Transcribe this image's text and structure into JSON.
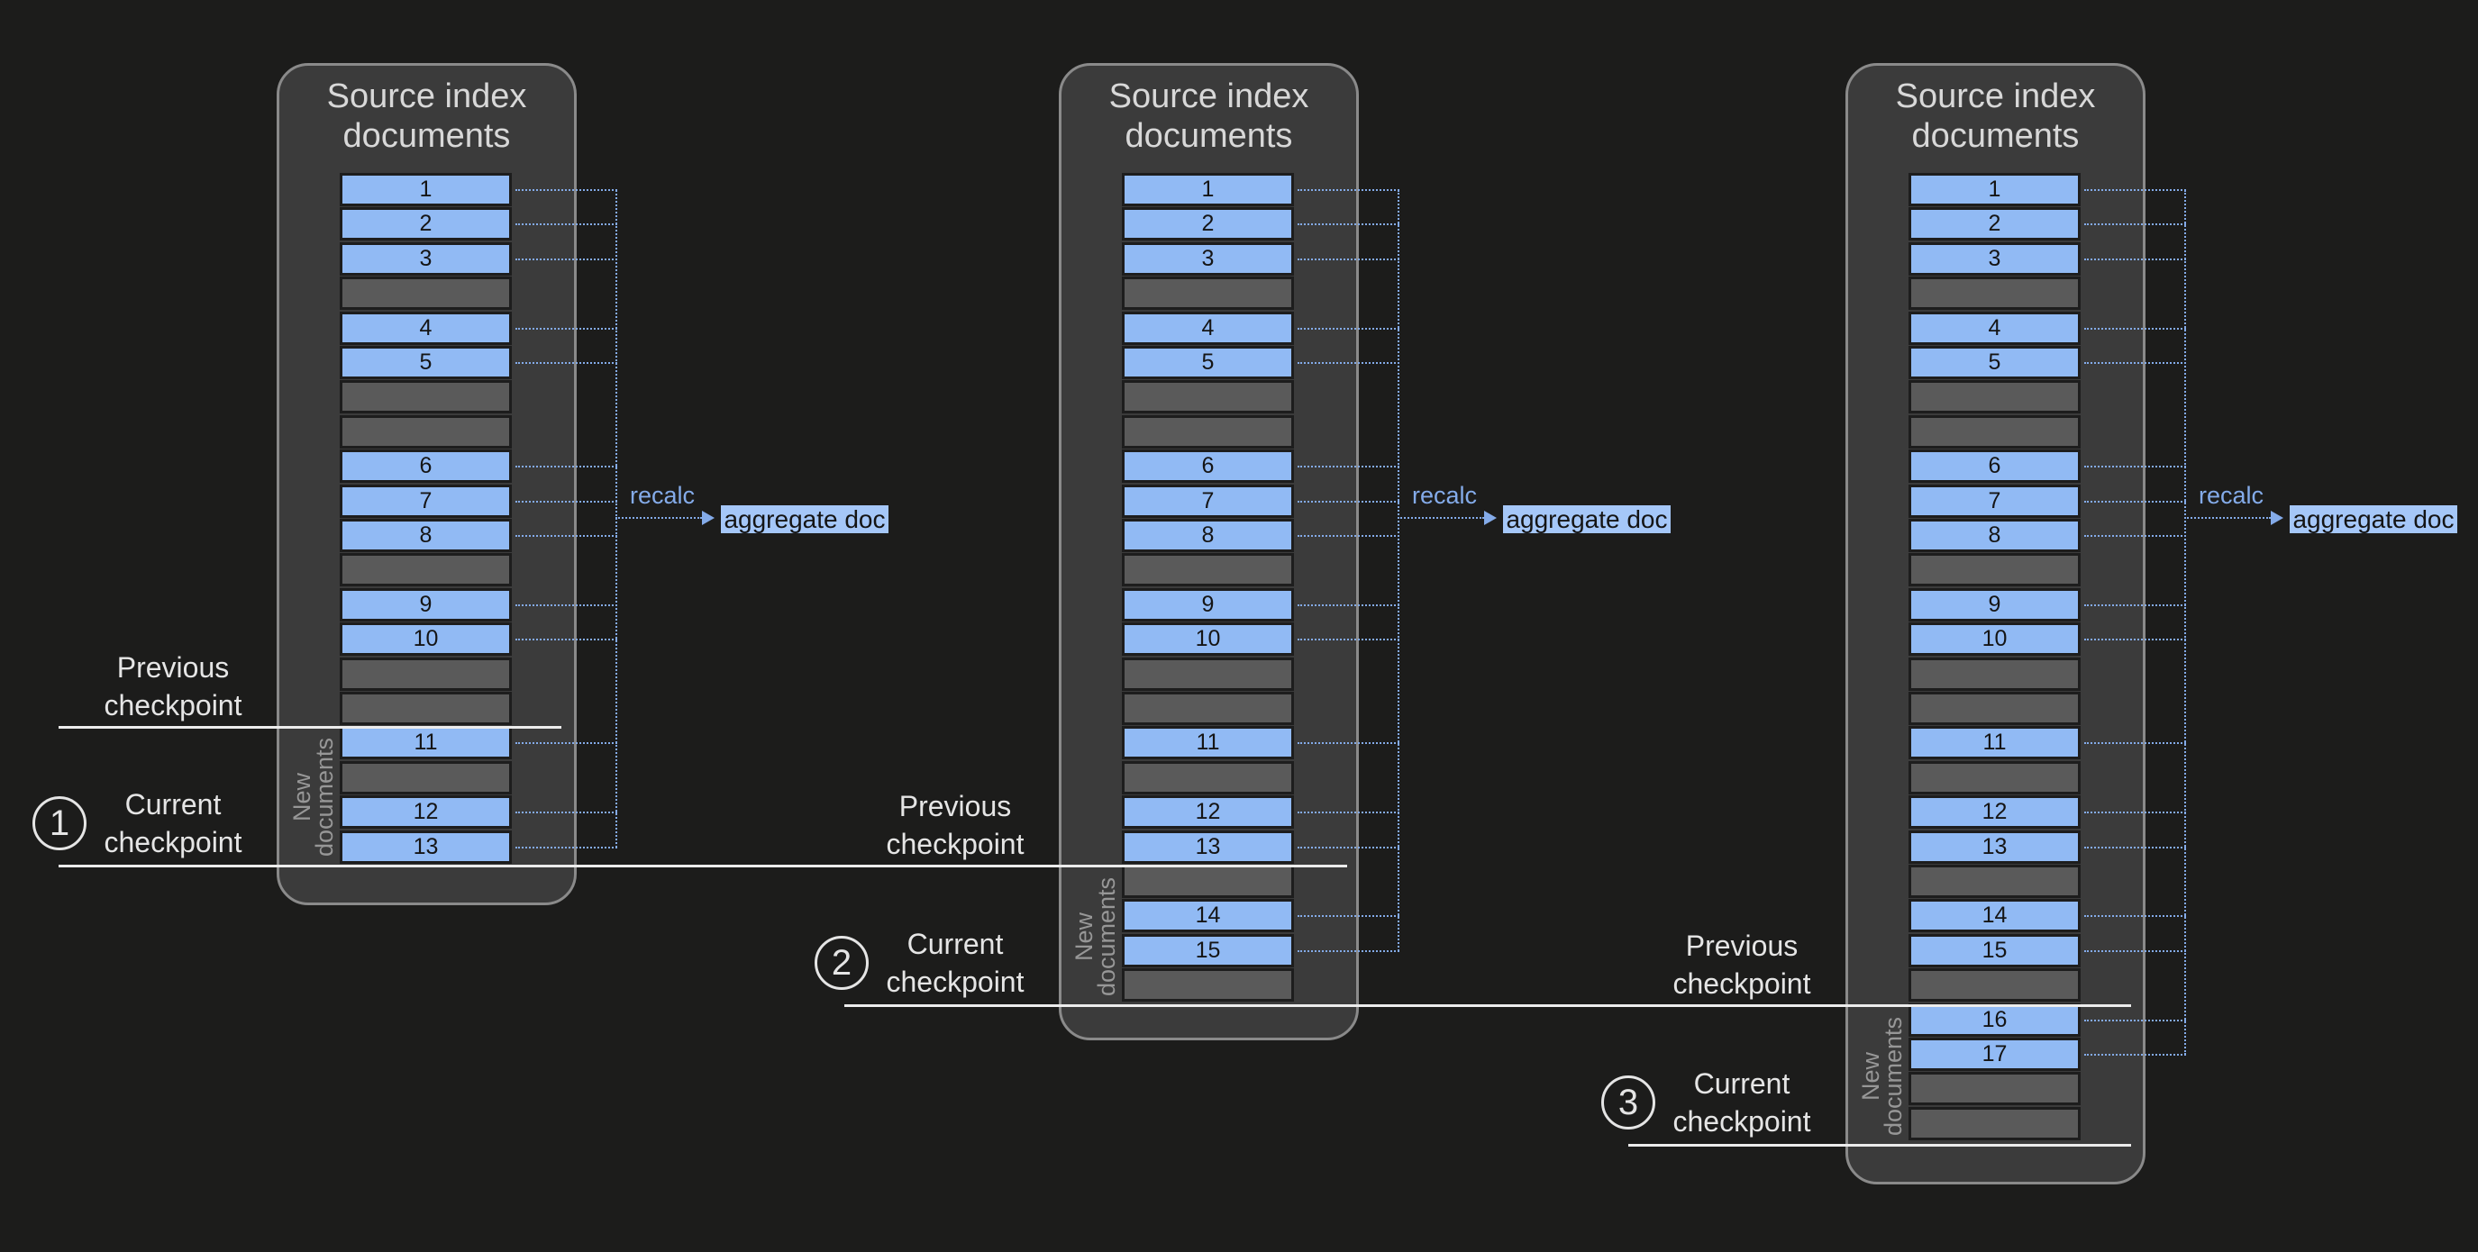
{
  "diagram": {
    "title_lines": [
      "Source index",
      "documents"
    ],
    "recalc_label": "recalc",
    "aggregate_doc_label": "aggregate doc",
    "new_documents_label": "New documents",
    "previous_checkpoint_lines": [
      "Previous",
      "checkpoint"
    ],
    "current_checkpoint_lines": [
      "Current",
      "checkpoint"
    ]
  },
  "colors": {
    "page_bg": "#1c1c1b",
    "panel_bg": "#3b3b3b",
    "panel_border": "#8a8a8a",
    "doc_row_bg": "#91baf4",
    "empty_row_bg": "#5a5a5a",
    "row_outline": "#1d1d1d",
    "row_text": "#151515",
    "dotted_line": "#84abe9",
    "recalc_text": "#84abe9",
    "aggregate_bg": "#a5c7f8",
    "aggregate_text": "#141414",
    "checkpoint_line": "#ececec",
    "label_text": "#e5e5e5",
    "new_documents_text": "#979797",
    "title_text": "#d8d8d8"
  },
  "panels": [
    {
      "badge": "1",
      "rows": [
        "1",
        "2",
        "3",
        "",
        "4",
        "5",
        "",
        "",
        "6",
        "7",
        "8",
        "",
        "9",
        "10",
        "",
        "",
        "11",
        "",
        "12",
        "13"
      ]
    },
    {
      "badge": "2",
      "rows": [
        "1",
        "2",
        "3",
        "",
        "4",
        "5",
        "",
        "",
        "6",
        "7",
        "8",
        "",
        "9",
        "10",
        "",
        "",
        "11",
        "",
        "12",
        "13",
        "",
        "14",
        "15",
        ""
      ]
    },
    {
      "badge": "3",
      "rows": [
        "1",
        "2",
        "3",
        "",
        "4",
        "5",
        "",
        "",
        "6",
        "7",
        "8",
        "",
        "9",
        "10",
        "",
        "",
        "11",
        "",
        "12",
        "13",
        "",
        "14",
        "15",
        "",
        "16",
        "17",
        "",
        ""
      ]
    }
  ]
}
